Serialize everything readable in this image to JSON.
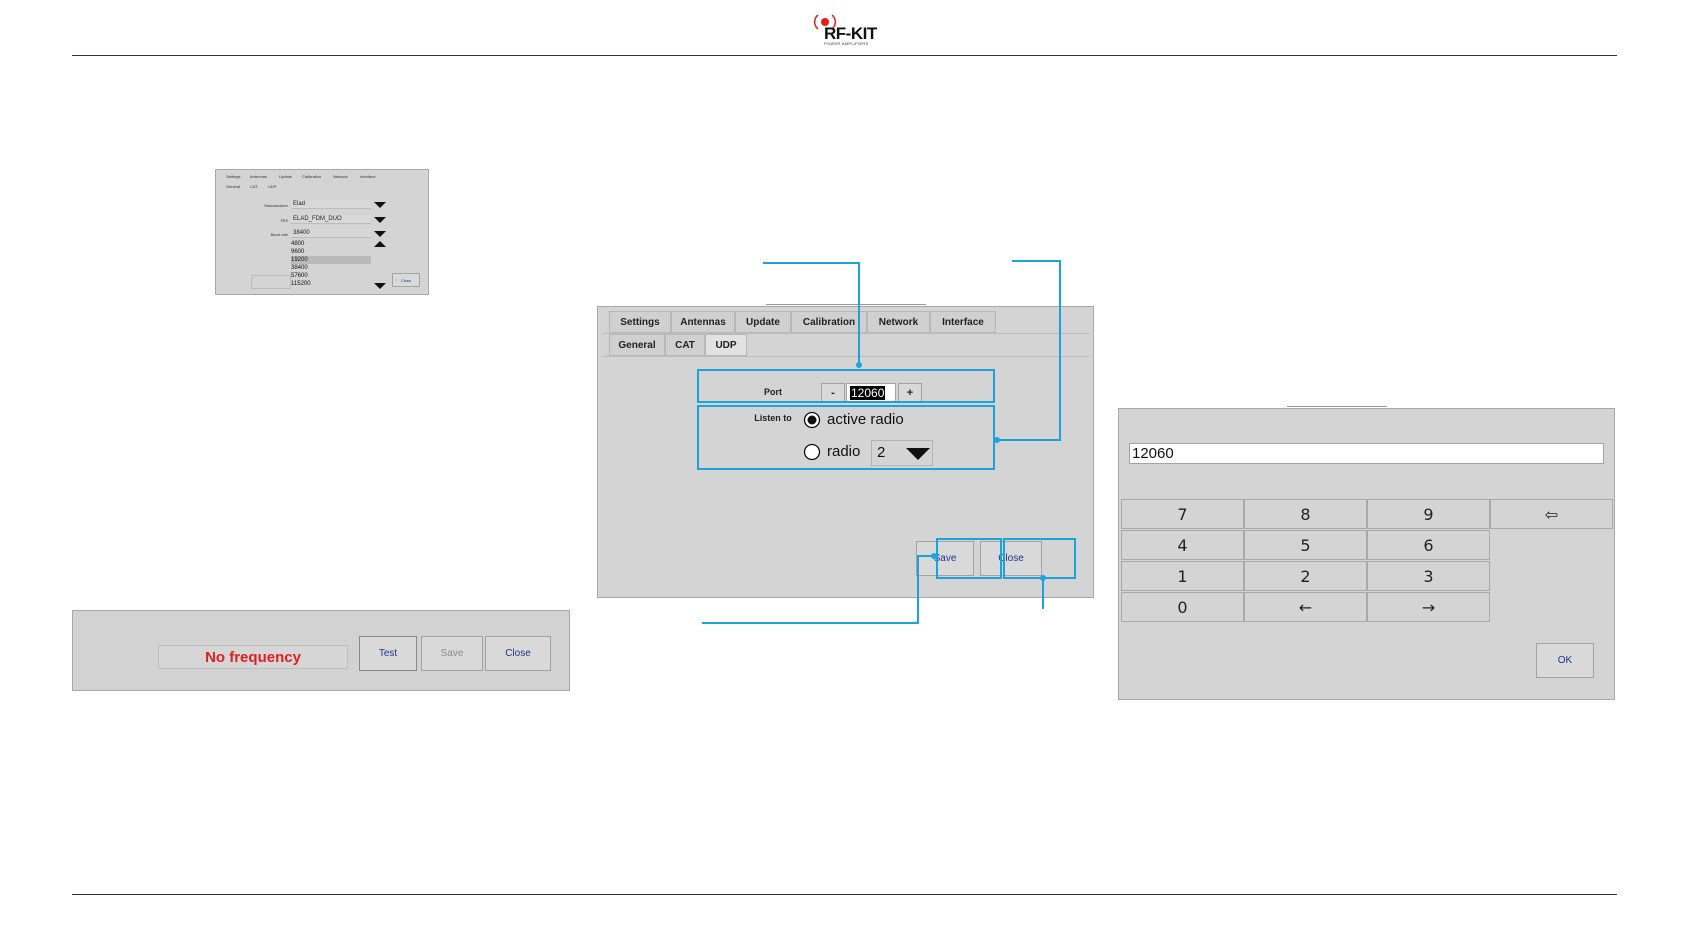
{
  "logo": {
    "brand": "RF-KIT",
    "tagline": "POWER AMPLIFIERS"
  },
  "thumbnail": {
    "tabs": [
      "Settings",
      "Antennas",
      "Update",
      "Calibration",
      "Network",
      "Interface"
    ],
    "subtabs": [
      "General",
      "CAT",
      "UDP"
    ],
    "fields": [
      {
        "label": "Manufacturer",
        "value": "Elad"
      },
      {
        "label": "TRX",
        "value": "ELAD_FDM_DUO"
      },
      {
        "label": "Baud rate",
        "value": "38400"
      }
    ],
    "baud_options": [
      "4800",
      "9600",
      "19200",
      "38400",
      "57600",
      "115200"
    ],
    "selected_option": "19200",
    "button": "Close"
  },
  "test_bar": {
    "status": "No frequency",
    "status_color": "#e02020",
    "buttons": [
      "Test",
      "Save",
      "Close"
    ]
  },
  "udp_dialog": {
    "tabs": [
      "Settings",
      "Antennas",
      "Update",
      "Calibration",
      "Network",
      "Interface"
    ],
    "subtabs": [
      "General",
      "CAT",
      "UDP"
    ],
    "active_subtab": "UDP",
    "port": {
      "label": "Port",
      "minus": "-",
      "value": "12060",
      "plus": "+"
    },
    "listen": {
      "label": "Listen to",
      "option_active": "active radio",
      "option_radio": "radio",
      "radio_value": "2",
      "selected": "active radio"
    },
    "buttons": {
      "save": "Save",
      "close": "Close"
    }
  },
  "keypad": {
    "display_value": "12060",
    "keys": [
      [
        "7",
        "8",
        "9",
        "⇦"
      ],
      [
        "4",
        "5",
        "6"
      ],
      [
        "1",
        "2",
        "3"
      ],
      [
        "0",
        "←",
        "→"
      ]
    ],
    "ok_label": "OK"
  },
  "colors": {
    "highlight": "#1ca3dc",
    "panel": "#d4d4d4",
    "error": "#e02020",
    "button_text": "#223388"
  }
}
